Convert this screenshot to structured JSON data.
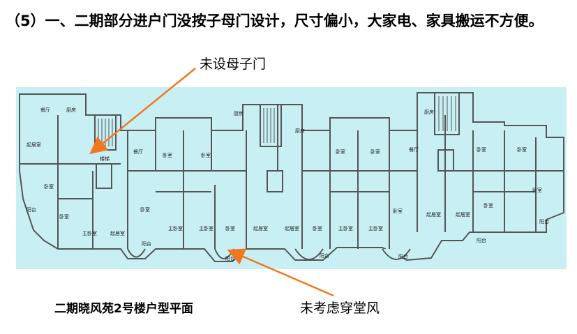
{
  "heading": "（5）一、二期部分进户门没按子母门设计，尺寸偏小，大家电、家具搬运不方便。",
  "callouts": {
    "door": "未设母子门",
    "ventilation": "未考虑穿堂风"
  },
  "plan": {
    "caption": "二期晓风苑2号楼户型平面",
    "room_labels": [
      "餐厅",
      "厨房",
      "起居室",
      "卧室",
      "阳台",
      "主卧室",
      "楼梯"
    ]
  },
  "colors": {
    "plan_fill": "#c8f0f4",
    "wall": "#555555",
    "arrow": "#f07820"
  }
}
